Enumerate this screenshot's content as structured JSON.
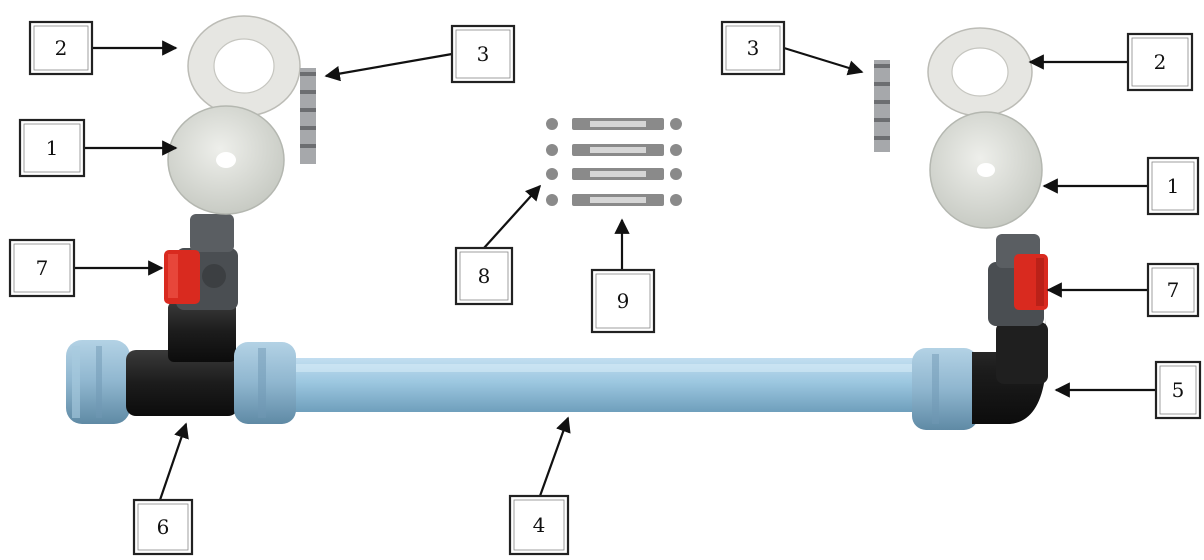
{
  "colors": {
    "pipe": "#9cc7e0",
    "pipe_shadow": "#6f9fbc",
    "fitting_black": "#1c1c1c",
    "nut_blue": "#8fb6cf",
    "valve_red": "#d92a1f",
    "valve_grey": "#505458",
    "gasket": "#e6e6e2",
    "plate": "#d9dcd6",
    "strip": "#8a8a8a"
  },
  "icons": [
    "flange-gasket-icon",
    "flange-plate-icon",
    "bolt-set-icon",
    "ball-valve-icon",
    "pipe-icon",
    "elbow-fitting-icon",
    "tee-fitting-icon",
    "saddle-clamp-icon",
    "fastener-strip-icon"
  ],
  "callouts": {
    "left_gasket": "2",
    "left_bolts": "3",
    "left_plate": "1",
    "left_valve": "7",
    "right_bolts": "3",
    "right_gasket": "2",
    "right_plate": "1",
    "right_valve": "7",
    "clamp": "8",
    "fasteners": "9",
    "elbow": "5",
    "tee": "6",
    "pipe": "4"
  }
}
